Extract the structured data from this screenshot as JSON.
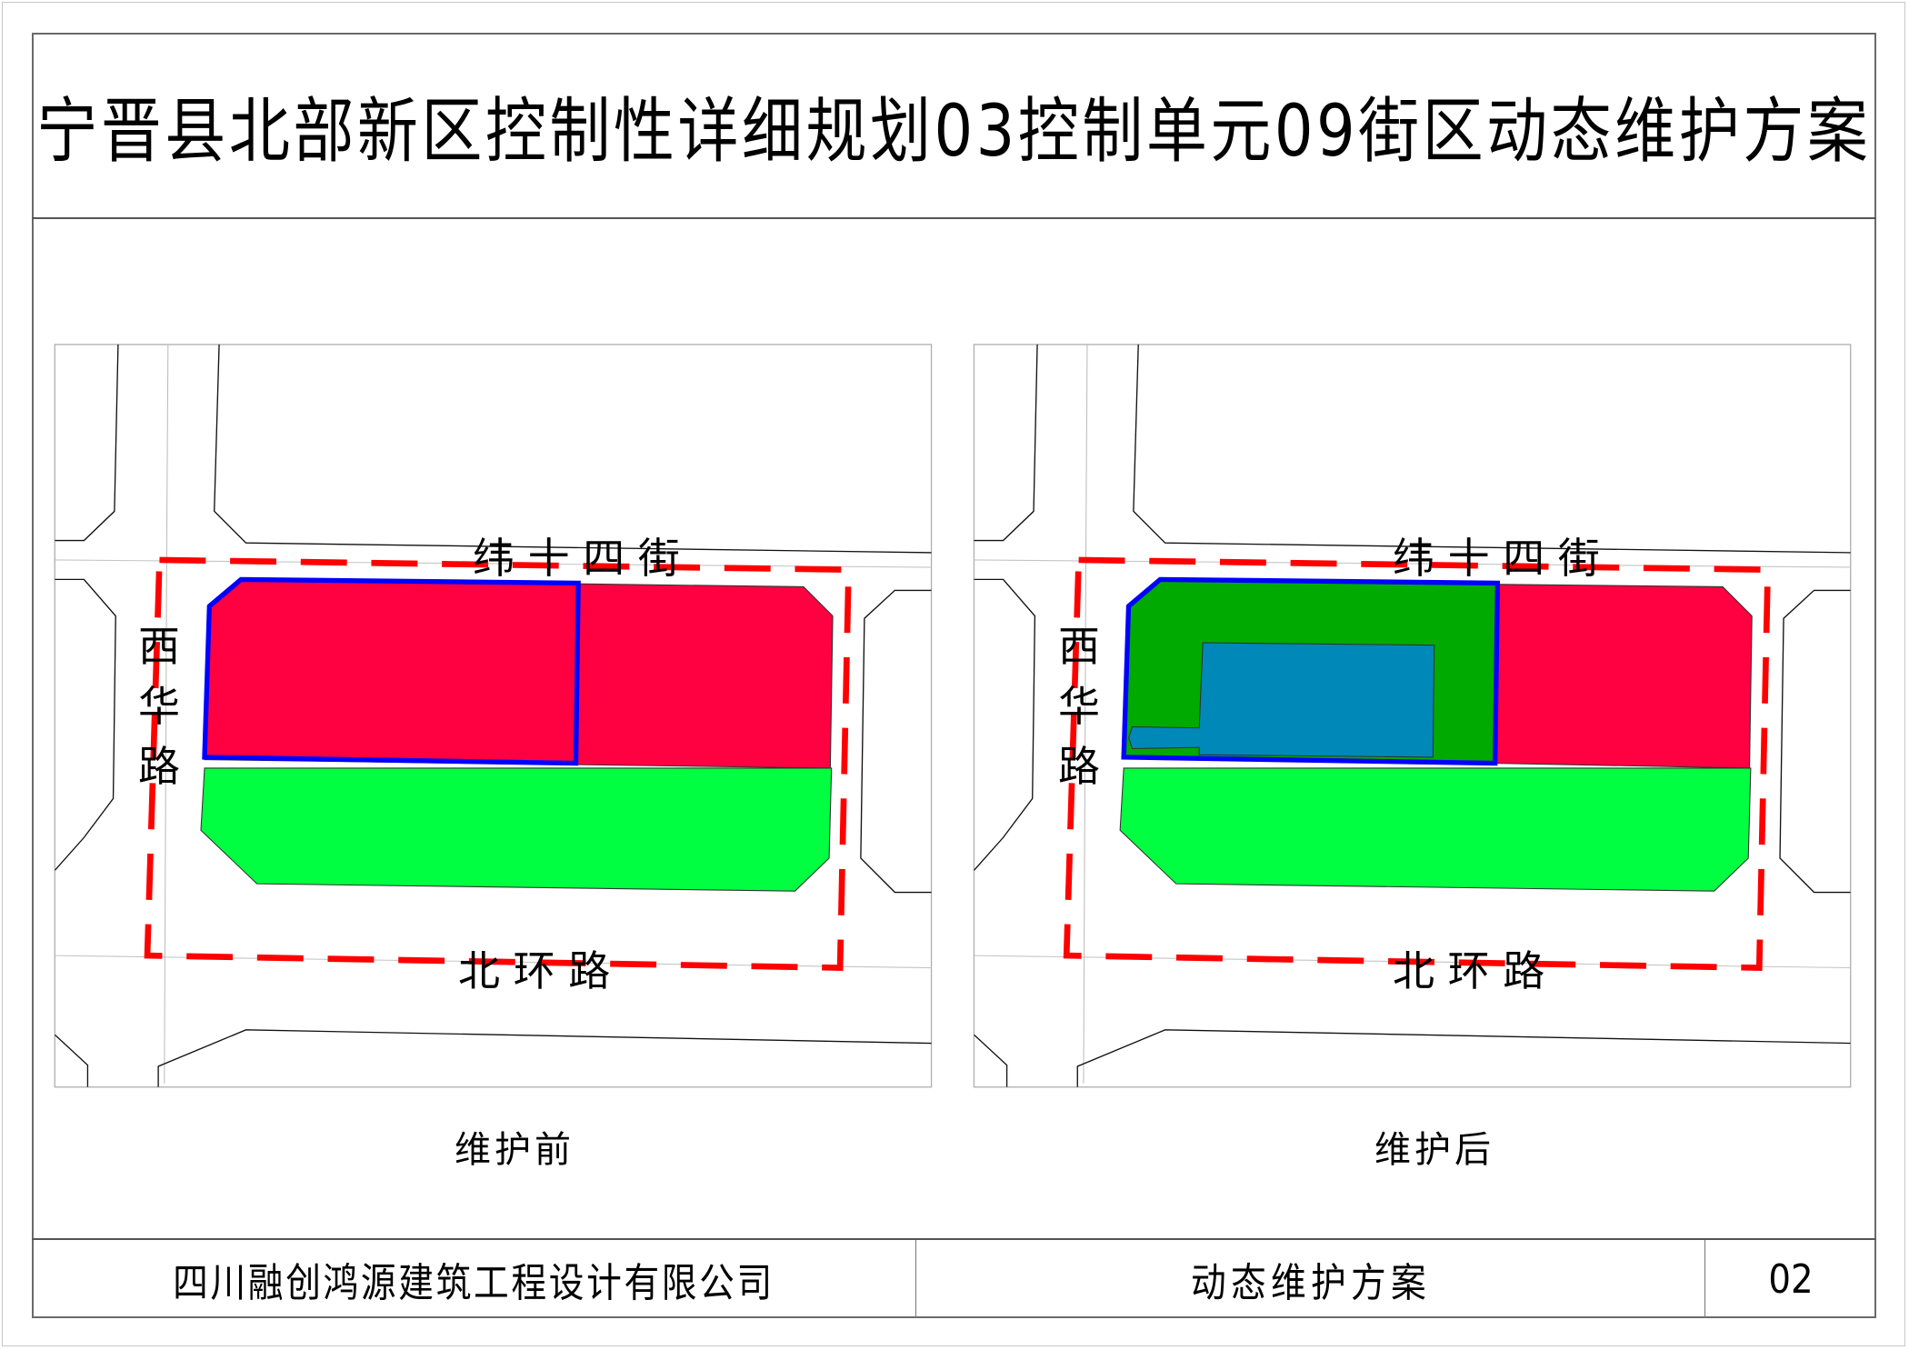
{
  "title": "宁晋县北部新区控制性详细规划03控制单元09街区动态维护方案",
  "maps": [
    {
      "id": "before",
      "caption": "维护前",
      "streets": {
        "north": "纬 十 四 街",
        "south": "北 环 路",
        "west": [
          "西",
          "华",
          "路"
        ]
      }
    },
    {
      "id": "after",
      "caption": "维护后",
      "streets": {
        "north": "纬 十 四 街",
        "south": "北 环 路",
        "west": [
          "西",
          "华",
          "路"
        ]
      }
    }
  ],
  "footer": {
    "company": "四川融创鸿源建筑工程设计有限公司",
    "drawing_name": "动态维护方案",
    "sheet_number": "02"
  },
  "colors": {
    "commercial_red": "#FF0040",
    "green_space": "#00FF40",
    "dark_green": "#00AA00",
    "public_blue": "#0088B8",
    "boundary_blue": "#0000FF",
    "redline_dash": "#FF0000"
  }
}
